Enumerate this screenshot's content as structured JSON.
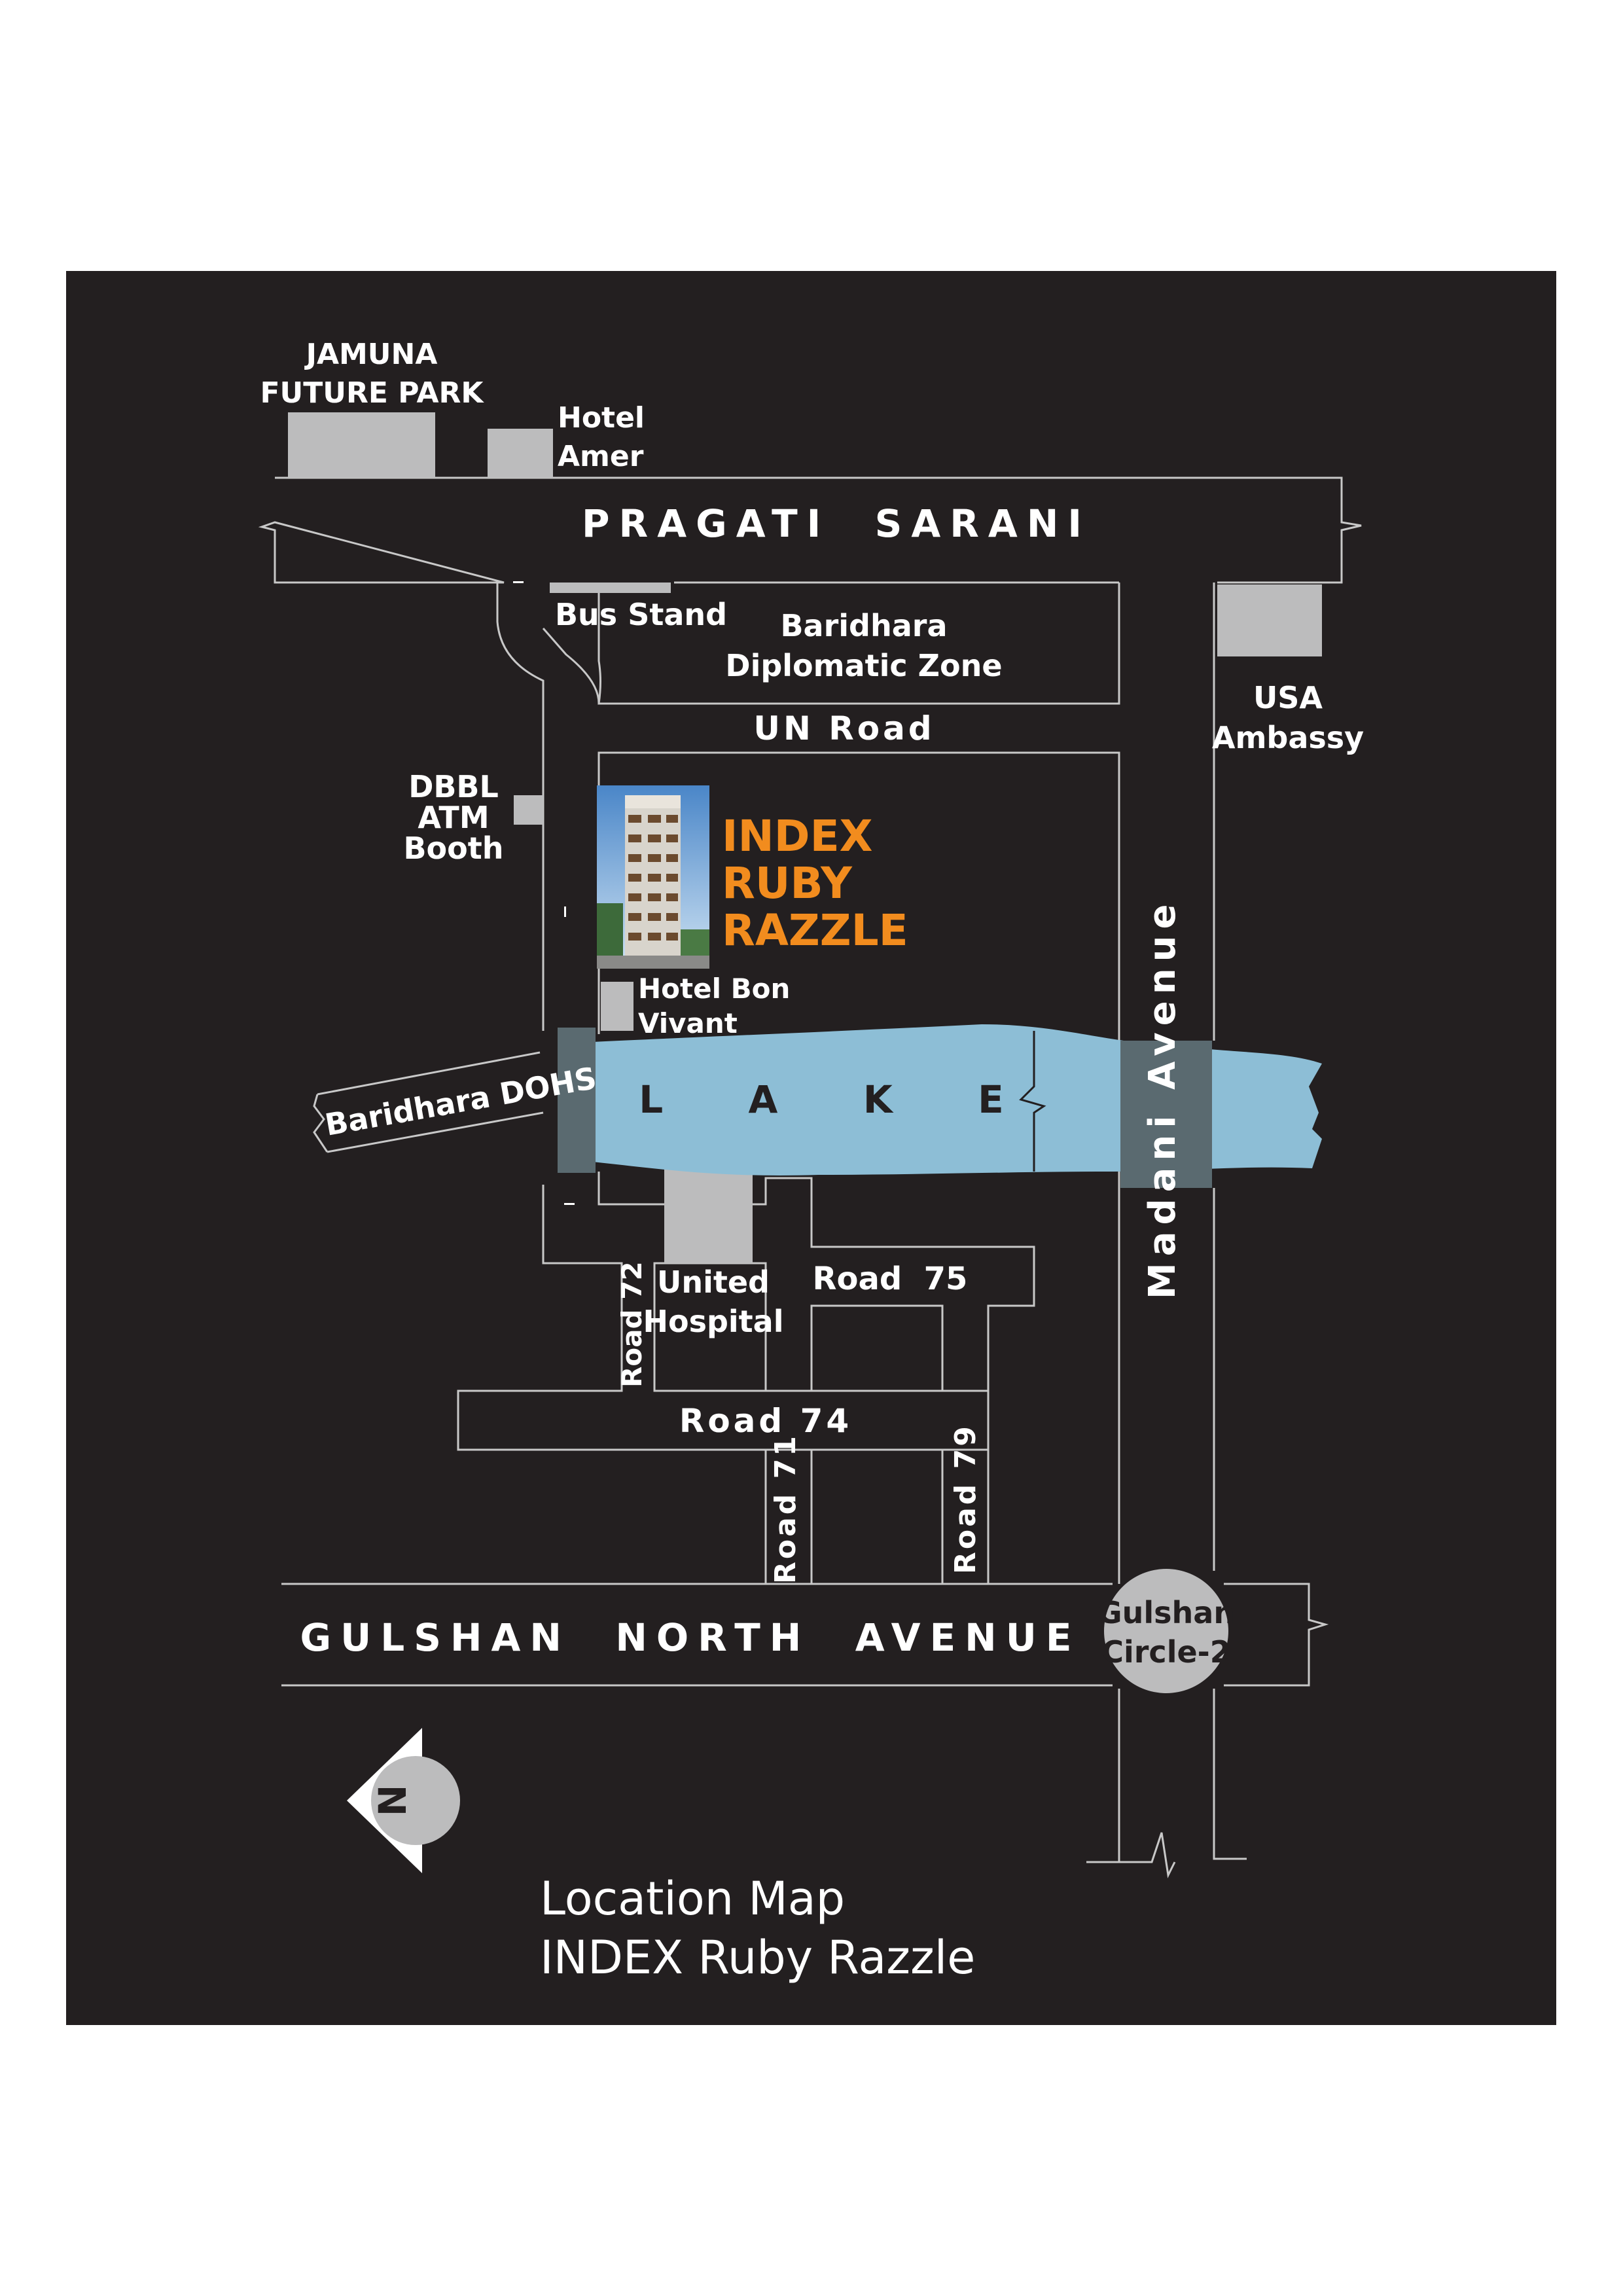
{
  "map": {
    "landmarks": {
      "jamuna_line1": "JAMUNA",
      "jamuna_line2": "FUTURE PARK",
      "hotel_amer_line1": "Hotel",
      "hotel_amer_line2": "Amer",
      "bus_stand": "Bus Stand",
      "diplomatic_line1": "Baridhara",
      "diplomatic_line2": "Diplomatic Zone",
      "usa_line1": "USA",
      "usa_line2": "Ambassy",
      "dbbl_line1": "DBBL",
      "dbbl_line2": "ATM",
      "dbbl_line3": "Booth",
      "bon_vivant_line1": "Hotel Bon",
      "bon_vivant_line2": "Vivant",
      "united_line1": "United",
      "united_line2": "Hospital",
      "gulshan_line1": "Gulshan",
      "gulshan_line2": "Circle-2"
    },
    "project": {
      "line1": "INDEX",
      "line2": "RUBY",
      "line3": "RAZZLE"
    },
    "roads": {
      "pragati": "PRAGATI  SARANI",
      "un_road": "UN Road",
      "madani": "Madani Avenue",
      "baridhara_dohs": "Baridhara DOHS",
      "road72": "Road 72",
      "road75": "Road  75",
      "road74": "Road 74",
      "road71": "Road 71",
      "road79": "Road 79",
      "gulshan_north": "GULSHAN  NORTH  AVENUE"
    },
    "lake": "L  A  K  E",
    "compass": "N",
    "caption_line1": "Location Map",
    "caption_line2": "INDEX Ruby Razzle",
    "colors": {
      "background": "#231f20",
      "lake": "#8dbed6",
      "bridge": "#5a6a70",
      "building": "#bcbcbd",
      "project_text": "#f28c1e"
    }
  }
}
